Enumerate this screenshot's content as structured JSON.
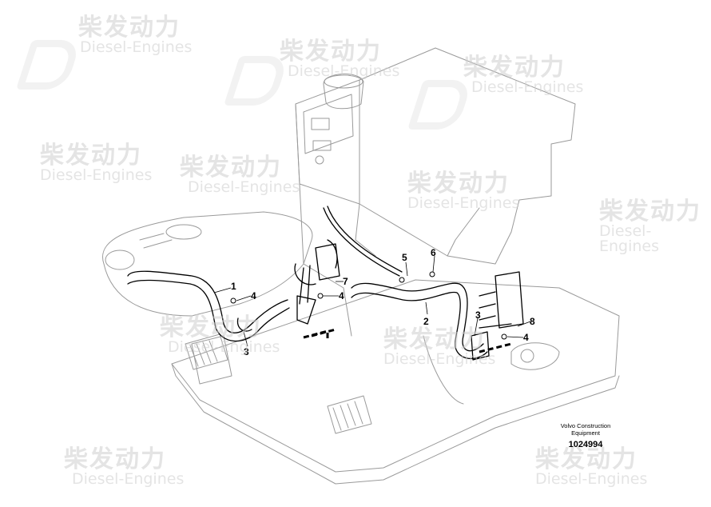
{
  "watermark": {
    "brand_cn": "柴发动力",
    "brand_en": "Diesel-Engines"
  },
  "callouts": [
    {
      "id": "c1",
      "label": "1"
    },
    {
      "id": "c2",
      "label": "2"
    },
    {
      "id": "c3a",
      "label": "3"
    },
    {
      "id": "c3b",
      "label": "3"
    },
    {
      "id": "c4a",
      "label": "4"
    },
    {
      "id": "c4b",
      "label": "4"
    },
    {
      "id": "c4c",
      "label": "4"
    },
    {
      "id": "c5",
      "label": "5"
    },
    {
      "id": "c6",
      "label": "6"
    },
    {
      "id": "c7",
      "label": "7"
    },
    {
      "id": "c8",
      "label": "8"
    }
  ],
  "caption": {
    "line1": "Volvo Construction",
    "line2": "Equipment",
    "number": "1024994"
  }
}
